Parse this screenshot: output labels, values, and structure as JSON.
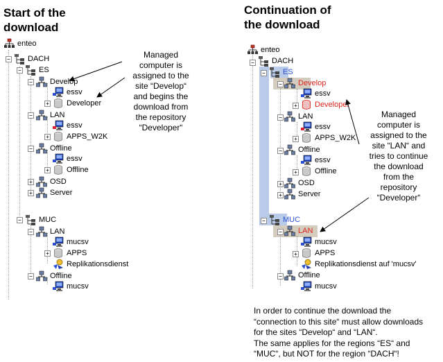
{
  "left": {
    "heading": [
      "Start of the",
      "download"
    ],
    "root": "enteo",
    "dach": "DACH",
    "es": "ES",
    "develop": "Develop",
    "develop_essv": "essv",
    "develop_repo": "Developer",
    "lan": "LAN",
    "lan_essv": "essv",
    "lan_repo": "APPS_W2K",
    "offline": "Offline",
    "offline_essv": "essv",
    "offline_repo": "Offline",
    "osd": "OSD",
    "server": "Server",
    "muc": "MUC",
    "muc_lan": "LAN",
    "muc_lan_mucsv": "mucsv",
    "muc_lan_repo": "APPS",
    "muc_lan_service": "Replikationsdienst",
    "muc_offline": "Offline",
    "muc_offline_mucsv": "mucsv",
    "note": [
      "Managed",
      "computer is",
      "assigned to the",
      "site “Develop“",
      "and begins the",
      "download from",
      "the repository",
      "“Developer“"
    ]
  },
  "right": {
    "heading": [
      "Continuation of",
      "the download"
    ],
    "root": "enteo",
    "dach": "DACH",
    "es": "ES",
    "develop": "Develop",
    "develop_essv": "essv",
    "develop_repo": "Developer",
    "lan": "LAN",
    "lan_essv": "essv",
    "lan_repo": "APPS_W2K",
    "offline": "Offline",
    "offline_essv": "essv",
    "offline_repo": "Offline",
    "osd": "OSD",
    "server": "Server",
    "muc": "MUC",
    "muc_lan": "LAN",
    "muc_lan_mucsv": "mucsv",
    "muc_lan_repo": "APPS",
    "muc_lan_service": "Replikationsdienst auf 'mucsv'",
    "muc_offline": "Offline",
    "muc_offline_mucsv": "mucsv",
    "note": [
      "Managed",
      "computer is",
      "assigned to the",
      "site “LAN“ and",
      "tries to continue",
      "the download",
      "from the",
      "repository",
      "“Developer“"
    ],
    "bottom_note": [
      "In order to continue the download the",
      "“connection to this site“ must allow downloads",
      "for the sites “Develop“ and “LAN“.",
      "The same applies for the regions “ES“ and",
      "“MUC“, but NOT for the region “DACH“!"
    ]
  },
  "colors": {
    "highlight_red": "#e0231b",
    "highlight_blue": "#2b4fd6",
    "selection_blue": "#b9cbe8",
    "selection_tan": "#d4ccbf"
  },
  "icons": [
    "network-root-icon",
    "region-icon",
    "site-icon",
    "computer-icon",
    "repository-icon",
    "service-icon"
  ]
}
